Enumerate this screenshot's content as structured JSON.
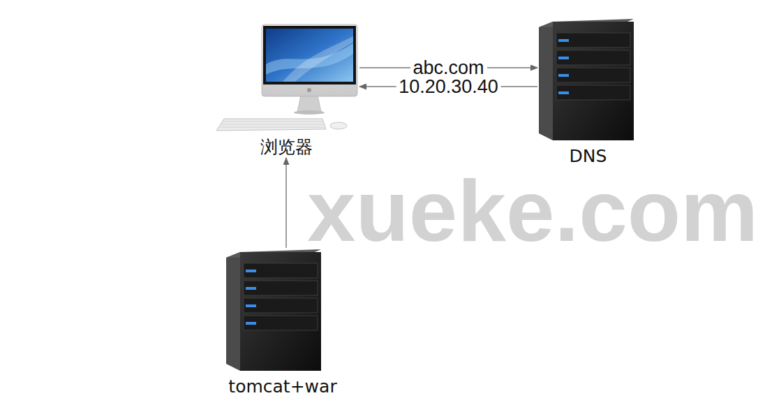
{
  "diagram": {
    "nodes": [
      {
        "text": [
          "浏览器"
        ]
      },
      {
        "text": [
          "DNS"
        ]
      },
      {
        "text": [
          "tomcat+war"
        ]
      }
    ],
    "edges": [
      {
        "from": 0,
        "to": 1,
        "label": "abc.com",
        "arrow": "to"
      },
      {
        "from": 1,
        "to": 0,
        "label": "10.20.30.40",
        "arrow": "to"
      },
      {
        "from": 2,
        "to": 0,
        "arrow": "to"
      }
    ],
    "labels": [
      "xueke.com"
    ]
  }
}
